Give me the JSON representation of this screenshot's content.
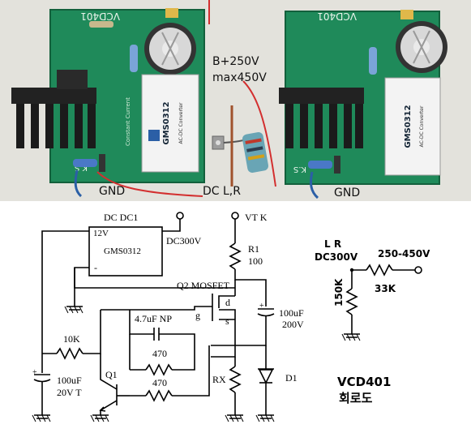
{
  "photos": {
    "annotation_voltage": "B+250V",
    "annotation_max": "max450V",
    "left_gnd": "GND",
    "right_gnd": "GND",
    "dc_lr": "DC L,R",
    "module_brand": "GMS0312",
    "module_caption": "AC-DC Converter",
    "pcb_title": "VCD401",
    "pcb_initials": "K.S",
    "pcb_text": "Constant Current"
  },
  "schematic": {
    "dcdc_label": "DC DC1",
    "v12_label": "12V",
    "module_name": "GMS0312",
    "minus_label": "-",
    "dc300_label": "DC300V",
    "vtk_label": "VT K",
    "r1_label": "R1",
    "r1_value": "100",
    "mosfet_label": "Q2 MOSFET",
    "d_label": "d",
    "g_label": "g",
    "s_label": "s",
    "c_np_label": "4.7uF NP",
    "c_big_value": "100uF",
    "c_big_voltage": "200V",
    "r10k_label": "10K",
    "r470a_label": "470",
    "r470b_label": "470",
    "c_small_value": "100uF",
    "c_small_voltage": "20V T",
    "q1_label": "Q1",
    "rx_label": "RX",
    "d1_label": "D1"
  },
  "divider": {
    "lr_label": "L R",
    "dc300_label": "DC300V",
    "range_label": "250-450V",
    "r150k_label": "150K",
    "r33k_label": "33K"
  },
  "caption": {
    "model": "VCD401",
    "korean": "회로도"
  }
}
